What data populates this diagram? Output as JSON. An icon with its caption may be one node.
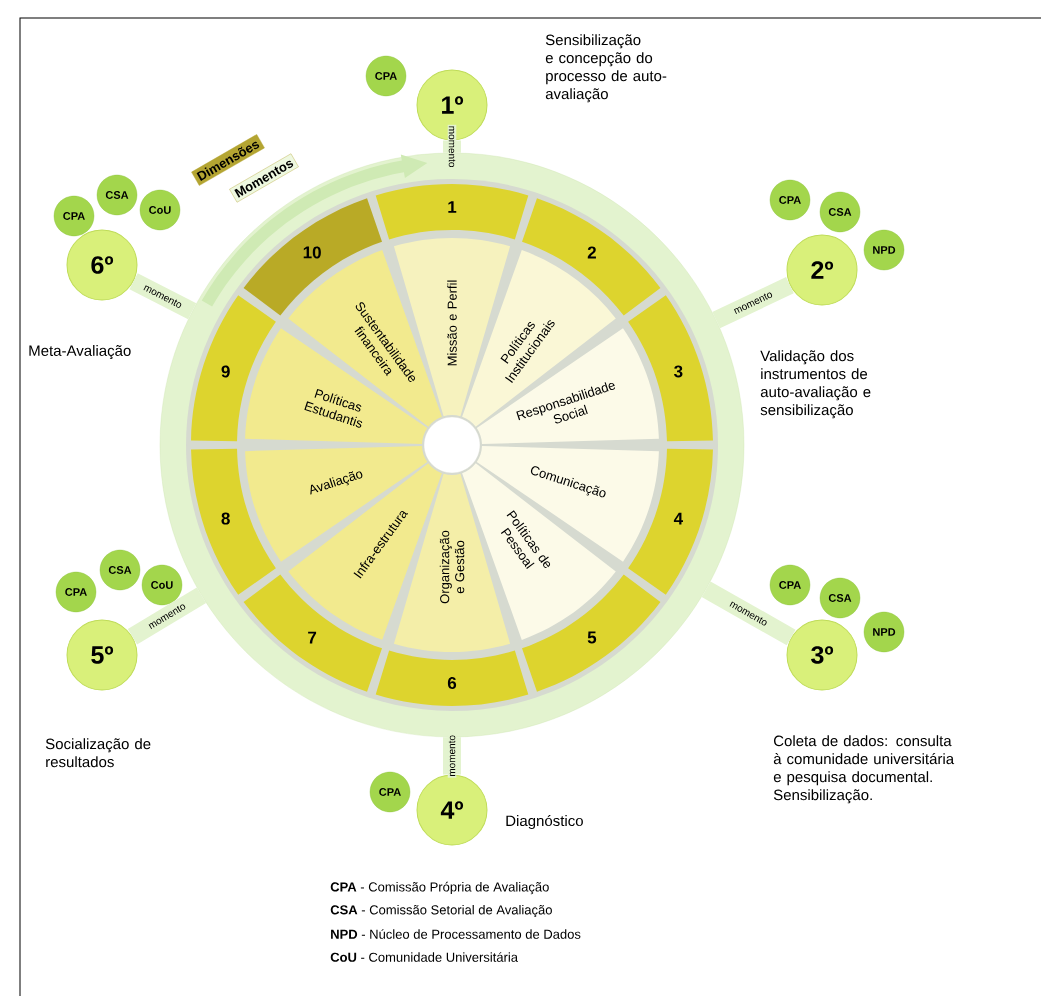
{
  "diagram": {
    "nodes": [
      {
        "text": [],
        "shape": "circle"
      },
      {
        "text": [
          "1",
          "Missão e Perfil"
        ],
        "in": 0
      },
      {
        "text": [
          "2",
          "Políticas Institucionais"
        ],
        "in": 0
      },
      {
        "text": [
          "3",
          "Responsabilidade Social"
        ],
        "in": 0
      },
      {
        "text": [
          "4",
          "Comunicação"
        ],
        "in": 0
      },
      {
        "text": [
          "5",
          "Políticas de Pessoal"
        ],
        "in": 0
      },
      {
        "text": [
          "6",
          "Organização e Gestão"
        ],
        "in": 0
      },
      {
        "text": [
          "7",
          "Infra-estrutura"
        ],
        "in": 0
      },
      {
        "text": [
          "8",
          "Avaliação"
        ],
        "in": 0
      },
      {
        "text": [
          "9",
          "Políticas Estudantis"
        ],
        "in": 0
      },
      {
        "text": [
          "10",
          "Sustentabilidade financeira"
        ],
        "in": 0
      },
      {
        "text": [
          "1º"
        ],
        "beside": [
          "Sensibilização e concepção do processo de auto-avaliação"
        ]
      },
      {
        "text": [
          "CPA"
        ]
      },
      {
        "text": [
          "2º"
        ],
        "beside": [
          "Validação dos instrumentos de auto-avaliação e sensibilização"
        ]
      },
      {
        "text": [
          "CPA"
        ]
      },
      {
        "text": [
          "CSA"
        ]
      },
      {
        "text": [
          "NPD"
        ]
      },
      {
        "text": [
          "3º"
        ],
        "beside": [
          "Coleta de dados: consulta à comunidade universitária e pesquisa documental. Sensibilização."
        ]
      },
      {
        "text": [
          "CPA"
        ]
      },
      {
        "text": [
          "CSA"
        ]
      },
      {
        "text": [
          "NPD"
        ]
      },
      {
        "text": [
          "4º"
        ],
        "beside": [
          "Diagnóstico"
        ]
      },
      {
        "text": [
          "CPA"
        ]
      },
      {
        "text": [
          "5º"
        ],
        "beside": [
          "Socialização de resultados"
        ]
      },
      {
        "text": [
          "CPA"
        ]
      },
      {
        "text": [
          "CSA"
        ]
      },
      {
        "text": [
          "CoU"
        ]
      },
      {
        "text": [
          "6º"
        ],
        "beside": [
          "Meta-Avaliação"
        ]
      },
      {
        "text": [
          "CPA"
        ]
      },
      {
        "text": [
          "CSA"
        ]
      },
      {
        "text": [
          "CoU"
        ]
      }
    ],
    "edges": [
      {
        "from": 11,
        "to": 0,
        "arrow": "none",
        "label": "momento"
      },
      {
        "from": 13,
        "to": 0,
        "arrow": "none",
        "label": "momento"
      },
      {
        "from": 17,
        "to": 0,
        "arrow": "none",
        "label": "momento"
      },
      {
        "from": 21,
        "to": 0,
        "arrow": "none",
        "label": "momento"
      },
      {
        "from": 23,
        "to": 0,
        "arrow": "none",
        "label": "momento"
      },
      {
        "from": 27,
        "to": 0,
        "arrow": "none",
        "label": "momento"
      }
    ],
    "labels": [
      "Dimensões",
      "Momentos",
      "**CPA** - Comissão Própria de Avaliação",
      "**CSA** - Comissão Setorial de Avaliação",
      "**NPD** - Núcleo de Processamento de Dados",
      "**CoU** - Comunidade Universitária"
    ]
  }
}
